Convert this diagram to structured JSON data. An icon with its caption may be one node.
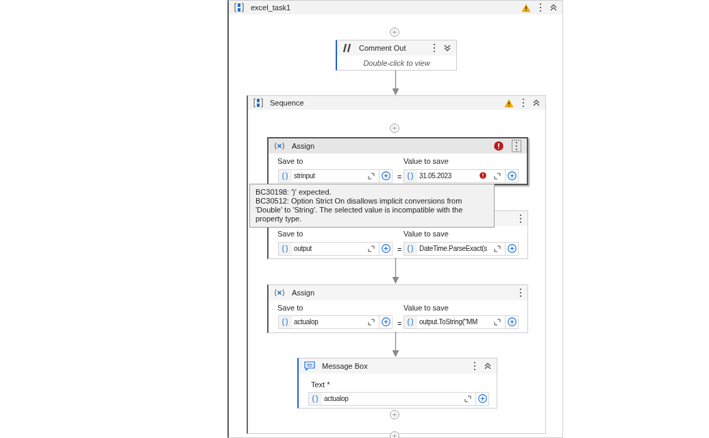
{
  "diagram": {
    "nodes": [
      {
        "text": [
          "excel_task1"
        ]
      },
      {
        "text": [
          "Comment Out",
          "Double-click to view"
        ],
        "in": 0
      },
      {
        "text": [
          "Sequence"
        ],
        "in": 0
      },
      {
        "text": [
          "Assign",
          "Save to",
          "Value to save",
          "="
        ],
        "in": 2
      },
      {
        "text": [
          "strinput"
        ],
        "in": 3
      },
      {
        "text": [
          "31.05.2023"
        ],
        "in": 3
      },
      {
        "text": [
          "BC30198: ')' expected.",
          "BC30512: Option Strict On disallows implicit conversions from 'Double' to 'String'. The selected value is incompatible with the property type."
        ],
        "in": 2
      },
      {
        "text": [
          "Save to",
          "Value to save",
          "="
        ],
        "in": 2
      },
      {
        "text": [
          "output"
        ],
        "in": 7
      },
      {
        "text": [
          "DateTime.ParseExact(s"
        ],
        "in": 7
      },
      {
        "text": [
          "Assign",
          "Save to",
          "Value to save",
          "="
        ],
        "in": 2
      },
      {
        "text": [
          "actualop"
        ],
        "in": 10
      },
      {
        "text": [
          "output.ToString(\"MM"
        ],
        "in": 10
      },
      {
        "text": [
          "Message Box",
          "Text *"
        ],
        "in": 2
      },
      {
        "text": [
          "actualop"
        ],
        "in": 13
      }
    ],
    "edges": [
      {
        "from": 1,
        "to": 2,
        "arrow": "to"
      },
      {
        "from": 7,
        "to": 10,
        "arrow": "to"
      },
      {
        "from": 10,
        "to": 13,
        "arrow": "to"
      }
    ]
  }
}
